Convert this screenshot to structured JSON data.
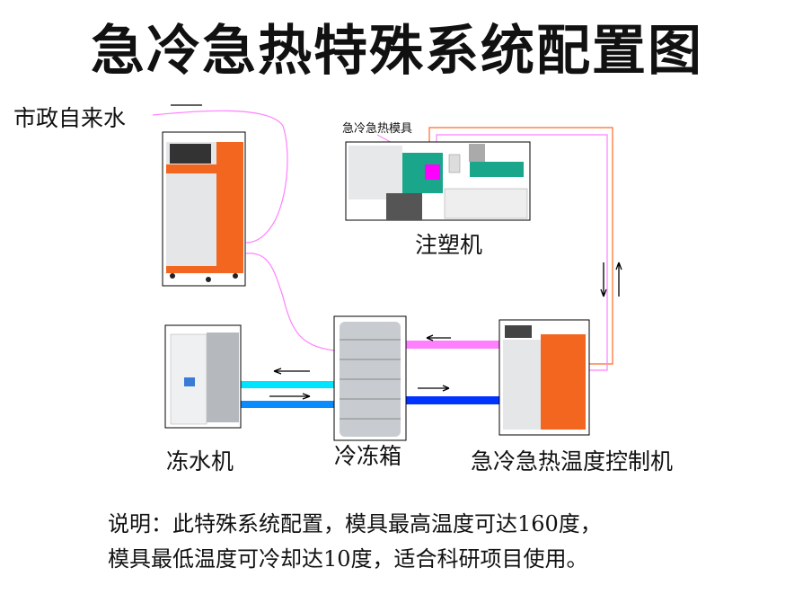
{
  "title": "急冷急热特殊系统配置图",
  "labels": {
    "water_supply": "市政自来水",
    "mold": "急冷急热模具",
    "injection_machine": "注塑机",
    "chiller": "冻水机",
    "tank": "冷冻箱",
    "controller": "急冷急热温度控制机"
  },
  "description": [
    "说明：此特殊系统配置，模具最高温度可达160度，",
    "模具最低温度可冷却达10度，适合科研项目使用。"
  ],
  "colors": {
    "cold_supply": "#00e5ff",
    "cold_return": "#0a8cff",
    "hot_pipe": "#ff80ff",
    "cold_pipe_dark": "#0033ff",
    "orange_line": "#ff6a2a",
    "machine_orange": "#f2661f",
    "machine_green": "#1aa68a",
    "mold_magenta": "#ff00ff"
  }
}
